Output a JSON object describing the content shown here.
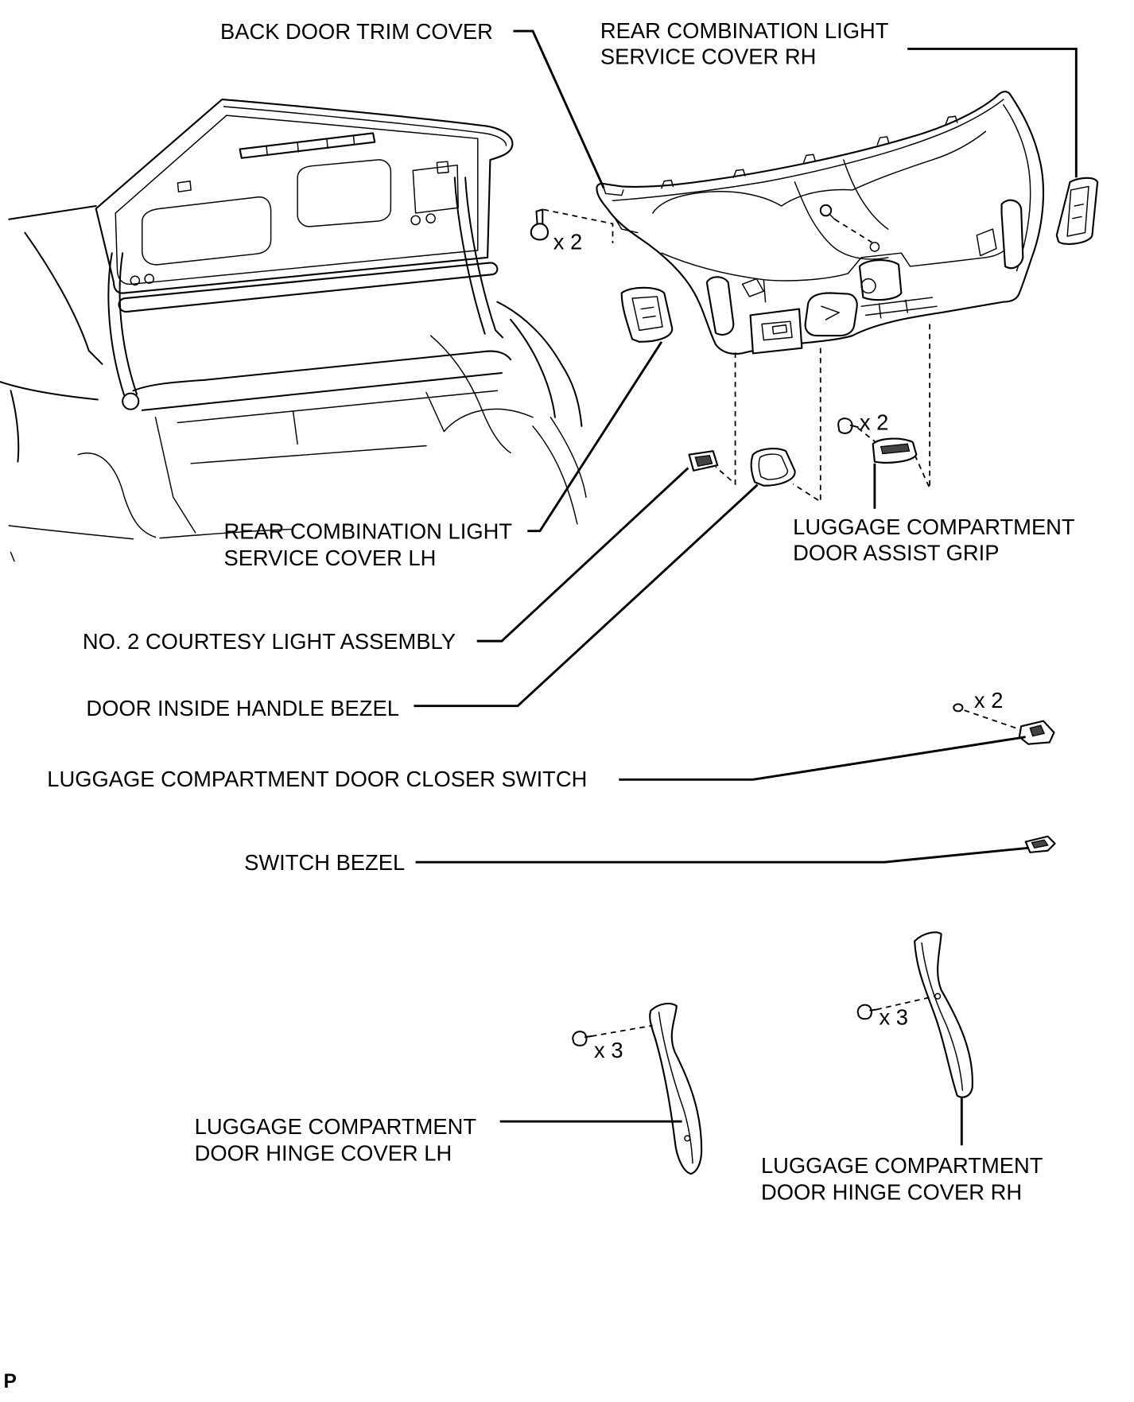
{
  "labels": {
    "back_door_trim_cover": "BACK DOOR TRIM COVER",
    "rear_combination_light_service_cover_rh": [
      "REAR COMBINATION LIGHT",
      "SERVICE COVER RH"
    ],
    "rear_combination_light_service_cover_lh": [
      "REAR COMBINATION LIGHT",
      "SERVICE COVER LH"
    ],
    "luggage_compartment_door_assist_grip": [
      "LUGGAGE COMPARTMENT",
      "DOOR ASSIST GRIP"
    ],
    "no2_courtesy_light_assembly": "NO. 2 COURTESY LIGHT ASSEMBLY",
    "door_inside_handle_bezel": "DOOR INSIDE HANDLE BEZEL",
    "luggage_compartment_door_closer_switch": "LUGGAGE COMPARTMENT DOOR CLOSER SWITCH",
    "switch_bezel": "SWITCH BEZEL",
    "luggage_compartment_door_hinge_cover_lh": [
      "LUGGAGE COMPARTMENT",
      "DOOR HINGE COVER LH"
    ],
    "luggage_compartment_door_hinge_cover_rh": [
      "LUGGAGE COMPARTMENT",
      "DOOR HINGE COVER RH"
    ]
  },
  "fastener_quantities": {
    "trim_cover_clips": "x 2",
    "assist_grip_screws": "x 2",
    "closer_switch_screws": "x 2",
    "hinge_cover_lh_clips": "x 3",
    "hinge_cover_rh_clips": "x 3"
  },
  "figure_code": "P"
}
